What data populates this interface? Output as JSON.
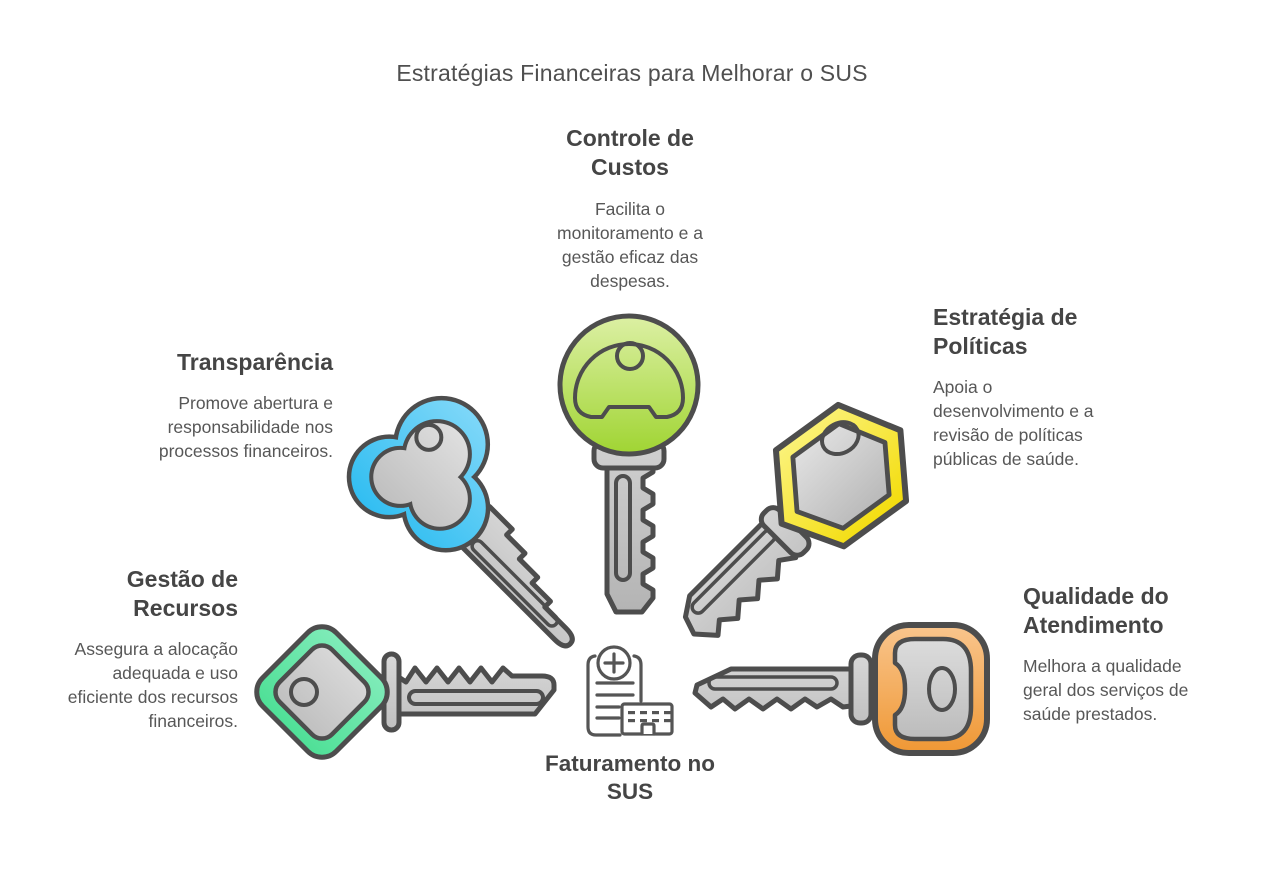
{
  "title": "Estratégias Financeiras para Melhorar o SUS",
  "center": {
    "label": "Faturamento no SUS",
    "icon": "hospital-billing-document-icon"
  },
  "palette": {
    "outline": "#4d4d4d",
    "key_metal_light": "#e4e4e4",
    "key_metal_dark": "#b4b4b4",
    "heading_text": "#454545",
    "body_text": "#575757",
    "title_text": "#4f4f4f",
    "background": "#ffffff"
  },
  "strategies": [
    {
      "heading": "Controle de Custos",
      "description": "Facilita o monitoramento e a gestão eficaz das despesas.",
      "accent_color": "#a5d93e",
      "key_icon": "round-head-key-icon",
      "position": "top-center"
    },
    {
      "heading": "Transparência",
      "description": "Promove abertura e responsabilidade nos processos financeiros.",
      "accent_color": "#45c6f4",
      "key_icon": "cloud-head-key-icon",
      "position": "upper-left"
    },
    {
      "heading": "Estratégia de Políticas",
      "description": "Apoia o desenvolvimento e a revisão de políticas públicas de saúde.",
      "accent_color": "#f6e126",
      "key_icon": "hex-head-key-icon",
      "position": "upper-right"
    },
    {
      "heading": "Gestão de Recursos",
      "description": "Assegura a alocação adequada e uso eficiente dos recursos financeiros.",
      "accent_color": "#58e39d",
      "key_icon": "diamond-head-key-icon",
      "position": "lower-left"
    },
    {
      "heading": "Qualidade do Atendimento",
      "description": "Melhora a qualidade geral dos serviços de saúde prestados.",
      "accent_color": "#f4a350",
      "key_icon": "square-head-key-icon",
      "position": "lower-right"
    }
  ]
}
